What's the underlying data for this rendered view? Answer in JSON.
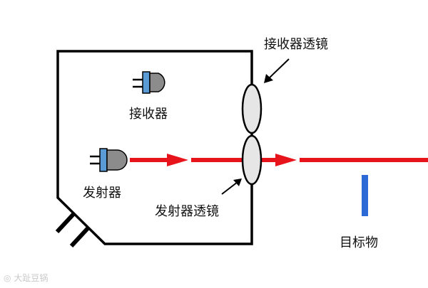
{
  "labels": {
    "receiver": "接收器",
    "emitter": "发射器",
    "receiver_lens": "接收器透镜",
    "emitter_lens": "发射器透镜",
    "target": "目标物"
  },
  "watermark": {
    "text": "大趾豆锅"
  },
  "colors": {
    "housing": "#000000",
    "beam": "#e8141c",
    "lens_fill": "#e6e6e6",
    "led_body": "#8c8c8c",
    "led_band": "#5b9bd5",
    "target": "#2e6ad6"
  },
  "icons": {
    "receiver": "led-component-icon",
    "emitter": "led-component-icon",
    "beam_arrows": "arrowhead-icon",
    "pointer": "pointer-arrow-icon"
  }
}
